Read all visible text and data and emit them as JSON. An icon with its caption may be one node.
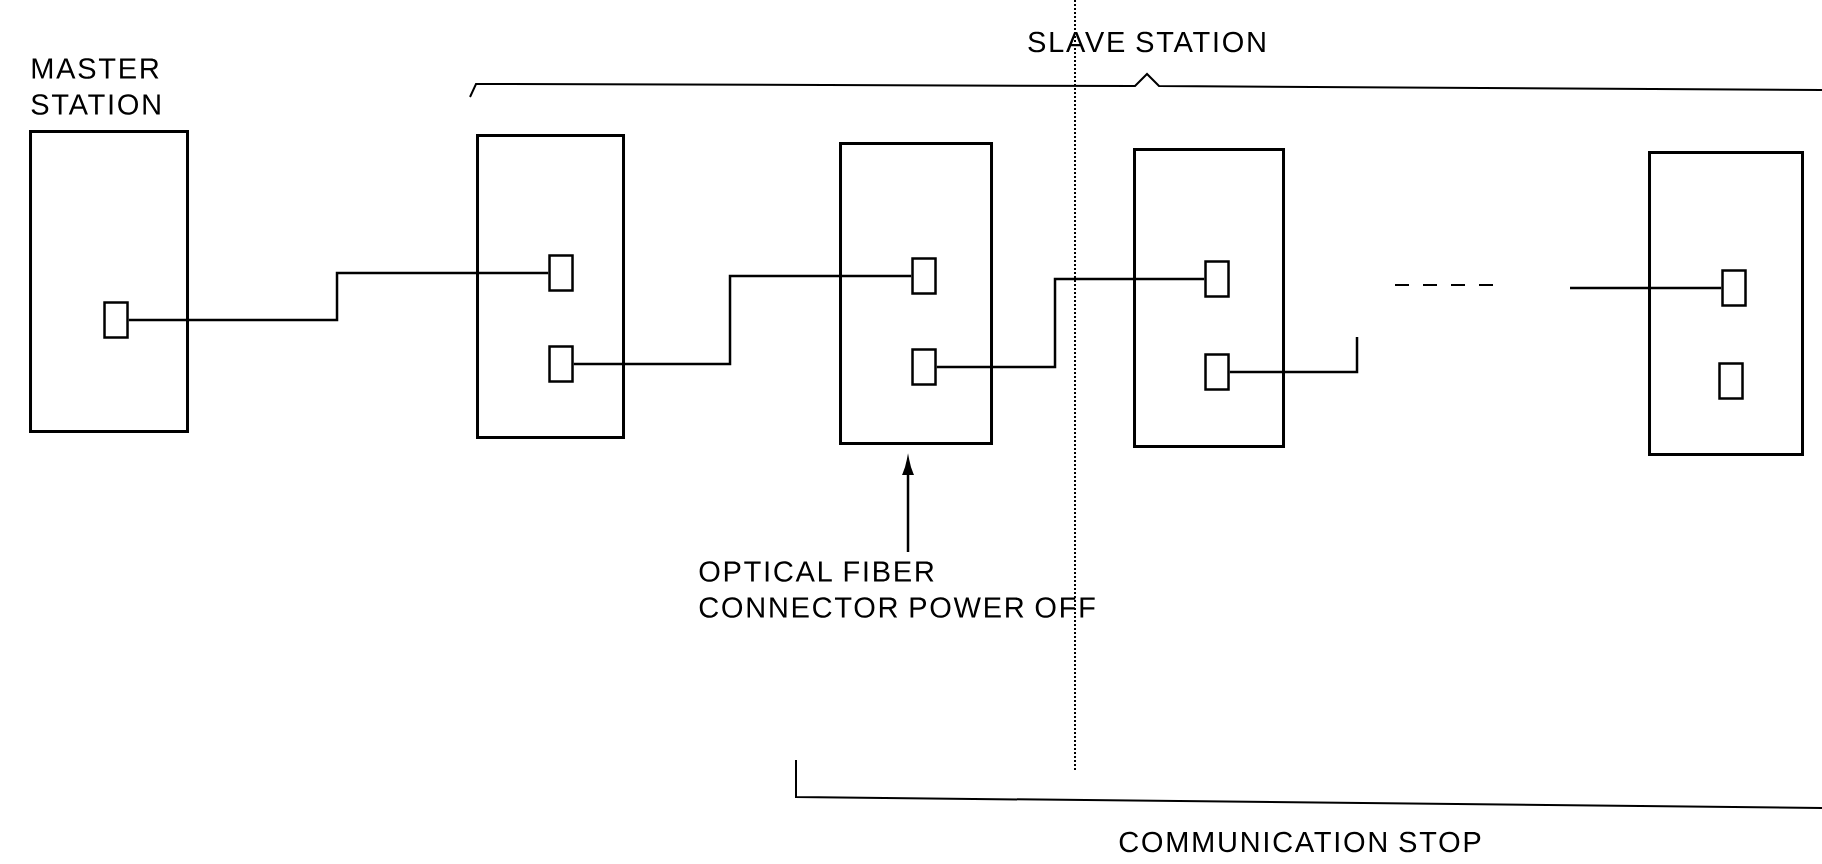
{
  "diagram": {
    "nodes": [
      {
        "text": [
          "MASTER STATION"
        ]
      },
      {
        "text": [],
        "shape": "box",
        "in": 0
      },
      {
        "text": [],
        "shape": "box"
      },
      {
        "text": [],
        "shape": "box",
        "in": 2
      },
      {
        "text": [],
        "shape": "box",
        "in": 2
      },
      {
        "text": [],
        "shape": "box"
      },
      {
        "text": [],
        "shape": "box",
        "in": 5
      },
      {
        "text": [],
        "shape": "box",
        "in": 5
      },
      {
        "text": [],
        "shape": "box"
      },
      {
        "text": [],
        "shape": "box",
        "in": 8
      },
      {
        "text": [],
        "shape": "box",
        "in": 8
      },
      {
        "text": [],
        "shape": "box"
      },
      {
        "text": [],
        "shape": "box",
        "in": 11
      },
      {
        "text": [],
        "shape": "box",
        "in": 11
      },
      {
        "text": [
          "OPTICAL FIBER CONNECTOR POWER OFF"
        ]
      }
    ],
    "edges": [
      {
        "from": 1,
        "to": 3,
        "arrow": "none"
      },
      {
        "from": 4,
        "to": 6,
        "arrow": "none"
      },
      {
        "from": 7,
        "to": 9,
        "arrow": "none"
      },
      {
        "from": 10,
        "to": null,
        "arrow": "none"
      },
      {
        "from": null,
        "to": 12,
        "arrow": "none"
      },
      {
        "from": 14,
        "to": 5,
        "arrow": "to"
      }
    ],
    "labels": [
      "SLAVE STATION",
      "COMMUNICATION STOP"
    ]
  }
}
